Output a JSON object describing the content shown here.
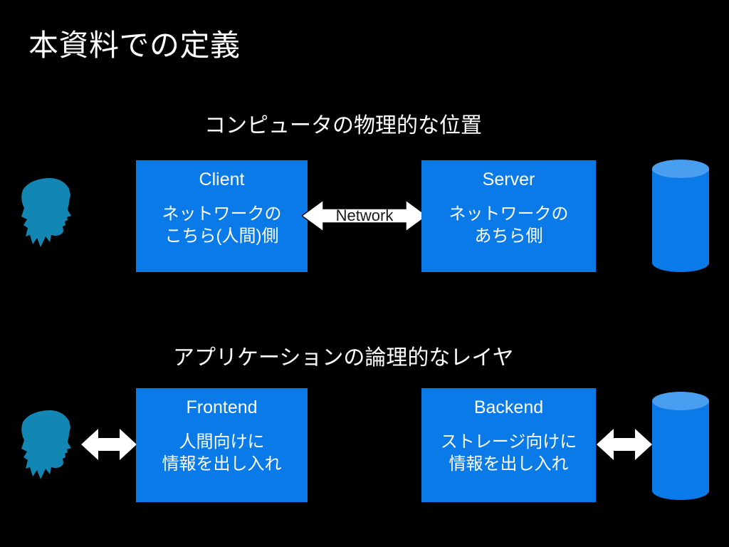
{
  "slide": {
    "title": "本資料での定義",
    "background_color": "#000000",
    "accent_color": "#0a7ae8",
    "head_color": "#1387b3",
    "cylinder_top_color": "#4a9ef0",
    "arrow_color": "#ffffff",
    "text_color": "#ffffff"
  },
  "sections": [
    {
      "heading": "コンピュータの物理的な位置",
      "left_icon": "person-head-icon",
      "right_icon": "database-cylinder-icon",
      "connector": {
        "label": "Network",
        "icon": "double-arrow-icon"
      },
      "boxes": [
        {
          "title": "Client",
          "line1": "ネットワークの",
          "line2": "こちら(人間)側"
        },
        {
          "title": "Server",
          "line1": "ネットワークの",
          "line2": "あちら側"
        }
      ]
    },
    {
      "heading": "アプリケーションの論理的なレイヤ",
      "left_icon": "person-head-icon",
      "right_icon": "database-cylinder-icon",
      "left_connector": {
        "label": "",
        "icon": "double-arrow-icon"
      },
      "right_connector": {
        "label": "",
        "icon": "double-arrow-icon"
      },
      "boxes": [
        {
          "title": "Frontend",
          "line1": "人間向けに",
          "line2": "情報を出し入れ"
        },
        {
          "title": "Backend",
          "line1": "ストレージ向けに",
          "line2": "情報を出し入れ"
        }
      ]
    }
  ]
}
